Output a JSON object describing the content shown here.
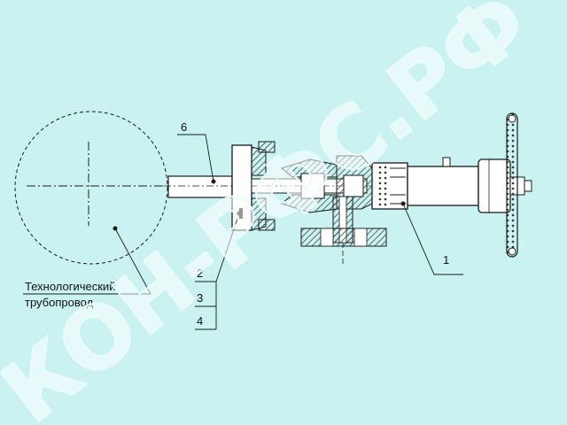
{
  "labels": {
    "part_1": "1",
    "part_2": "2",
    "part_3": "3",
    "part_4": "4",
    "part_6": "6"
  },
  "pipeline_label": [
    "Технологический",
    "трубопровод"
  ],
  "watermark": "КОН-РФС.РФ",
  "colors": {
    "background": "#c9f2f0",
    "line": "#1a1a1a",
    "hatch": "#555555",
    "watermark": "#ffffff"
  }
}
